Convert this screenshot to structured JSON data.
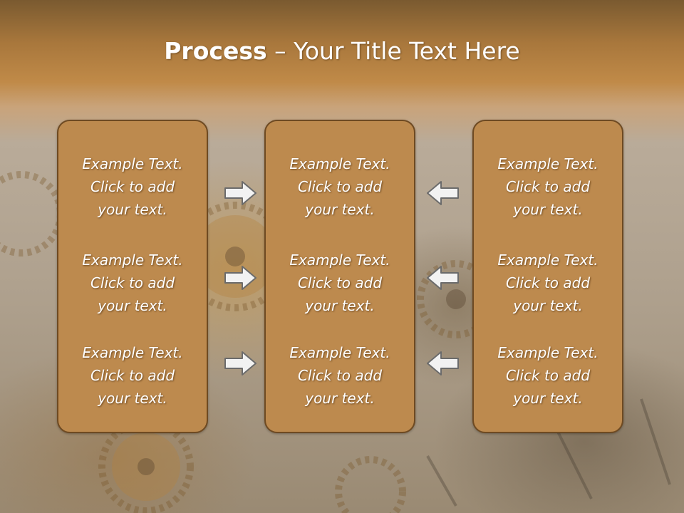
{
  "slide": {
    "title_bold": "Process",
    "title_rest": " – Your Title Text Here"
  },
  "columns": [
    {
      "items": [
        "Example Text.\nClick  to add\nyour text.",
        "Example Text.\nClick  to add\nyour text.",
        "Example Text.\nClick  to add\nyour text."
      ]
    },
    {
      "items": [
        "Example Text.\nClick  to add\nyour text.",
        "Example Text.\nClick  to add\nyour text.",
        "Example Text.\nClick  to add\nyour text."
      ]
    },
    {
      "items": [
        "Example Text.\nClick  to add\nyour text.",
        "Example Text.\nClick  to add\nyour text.",
        "Example Text.\nClick  to add\nyour text."
      ]
    }
  ],
  "arrows": {
    "left_group": "arrow-right-icon",
    "right_group": "arrow-left-icon"
  },
  "colors": {
    "box_fill": "#bd8a4e",
    "box_border": "#6e4a22",
    "title_band": "#a8773c",
    "text": "#ffffff"
  }
}
